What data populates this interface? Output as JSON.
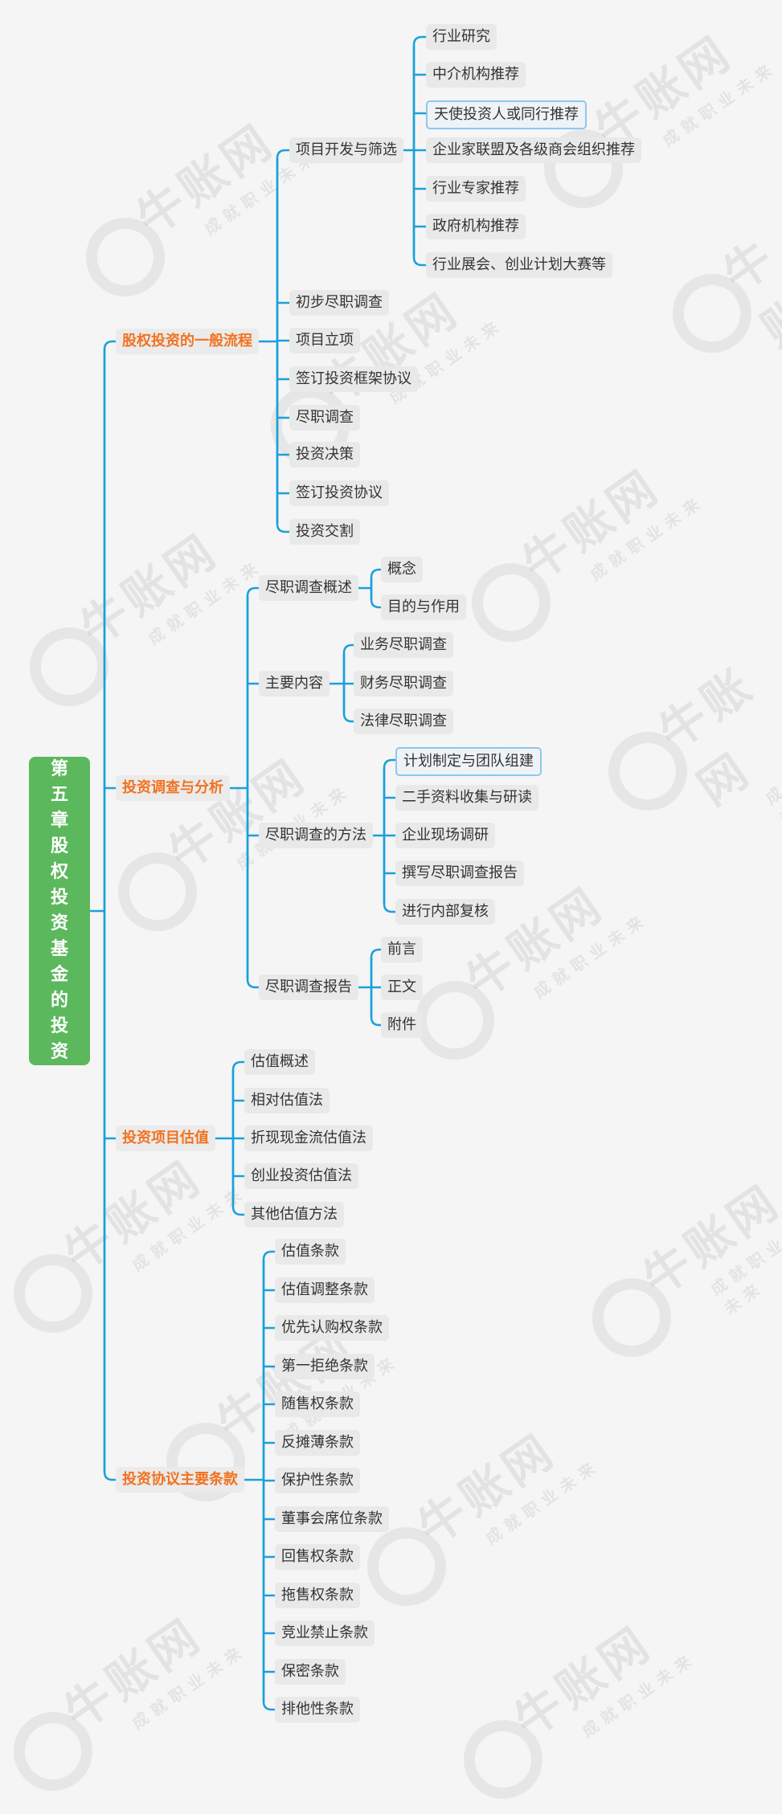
{
  "watermark": {
    "main": "牛账网",
    "sub": "成就职业未来"
  },
  "root": {
    "label": "第五章股权投资基金的投资"
  },
  "colors": {
    "line": "#1aa0dc",
    "root": "#5cb85c",
    "level1_text": "#f27220"
  },
  "branches": [
    {
      "label": "股权投资的一般流程",
      "children": [
        {
          "label": "项目开发与筛选",
          "children": [
            {
              "label": "行业研究"
            },
            {
              "label": "中介机构推荐"
            },
            {
              "label": "天使投资人或同行推荐",
              "highlight": true
            },
            {
              "label": "企业家联盟及各级商会组织推荐"
            },
            {
              "label": "行业专家推荐"
            },
            {
              "label": "政府机构推荐"
            },
            {
              "label": "行业展会、创业计划大赛等"
            }
          ]
        },
        {
          "label": "初步尽职调查"
        },
        {
          "label": "项目立项"
        },
        {
          "label": "签订投资框架协议"
        },
        {
          "label": "尽职调查"
        },
        {
          "label": "投资决策"
        },
        {
          "label": "签订投资协议"
        },
        {
          "label": "投资交割"
        }
      ]
    },
    {
      "label": "投资调查与分析",
      "children": [
        {
          "label": "尽职调查概述",
          "children": [
            {
              "label": "概念"
            },
            {
              "label": "目的与作用"
            }
          ]
        },
        {
          "label": "主要内容",
          "children": [
            {
              "label": "业务尽职调查"
            },
            {
              "label": "财务尽职调查"
            },
            {
              "label": "法律尽职调查"
            }
          ]
        },
        {
          "label": "尽职调查的方法",
          "children": [
            {
              "label": "计划制定与团队组建",
              "highlight": true
            },
            {
              "label": "二手资料收集与研读"
            },
            {
              "label": "企业现场调研"
            },
            {
              "label": "撰写尽职调查报告"
            },
            {
              "label": "进行内部复核"
            }
          ]
        },
        {
          "label": "尽职调查报告",
          "children": [
            {
              "label": "前言"
            },
            {
              "label": "正文"
            },
            {
              "label": "附件"
            }
          ]
        }
      ]
    },
    {
      "label": "投资项目估值",
      "children": [
        {
          "label": "估值概述"
        },
        {
          "label": "相对估值法"
        },
        {
          "label": "折现现金流估值法"
        },
        {
          "label": "创业投资估值法"
        },
        {
          "label": "其他估值方法"
        }
      ]
    },
    {
      "label": "投资协议主要条款",
      "children": [
        {
          "label": "估值条款"
        },
        {
          "label": "估值调整条款"
        },
        {
          "label": "优先认购权条款"
        },
        {
          "label": "第一拒绝条款"
        },
        {
          "label": "随售权条款"
        },
        {
          "label": "反摊薄条款"
        },
        {
          "label": "保护性条款"
        },
        {
          "label": "董事会席位条款"
        },
        {
          "label": "回售权条款"
        },
        {
          "label": "拖售权条款"
        },
        {
          "label": "竞业禁止条款"
        },
        {
          "label": "保密条款"
        },
        {
          "label": "排他性条款"
        }
      ]
    }
  ]
}
